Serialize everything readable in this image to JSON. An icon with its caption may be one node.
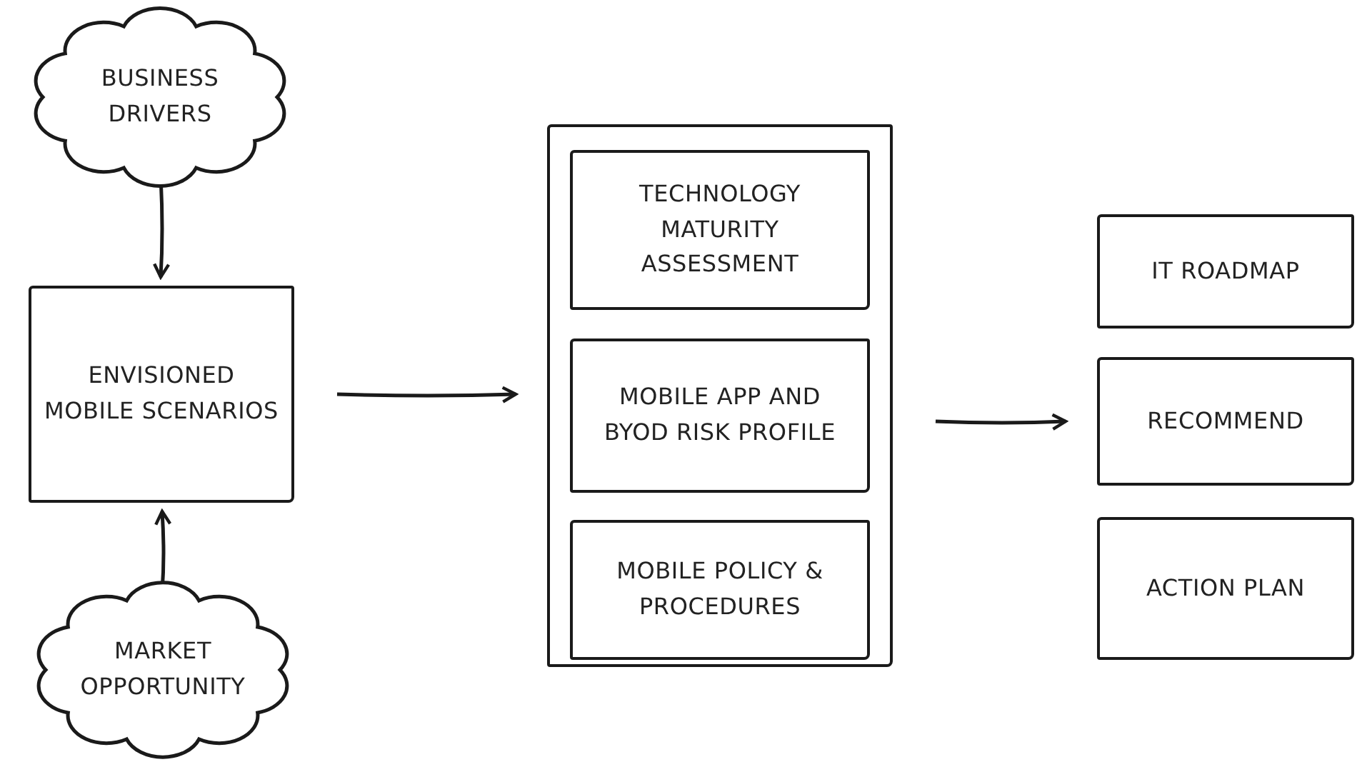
{
  "diagram": {
    "nodes": [
      {
        "text": [
          "BUSINESS DRIVERS"
        ]
      },
      {
        "text": [
          "ENVISIONED MOBILE SCENARIOS"
        ]
      },
      {
        "text": [
          "MARKET OPPORTUNITY"
        ]
      },
      {
        "text": [],
        "shape": "box"
      },
      {
        "text": [
          "TECHNOLOGY MATURITY ASSESSMENT"
        ],
        "in": 3
      },
      {
        "text": [
          "MOBILE APP AND BYOD RISK PROFILE"
        ],
        "in": 3
      },
      {
        "text": [
          "MOBILE POLICY & PROCEDURES"
        ],
        "in": 3
      },
      {
        "text": [
          "IT ROADMAP"
        ]
      },
      {
        "text": [
          "RECOMMEND"
        ]
      },
      {
        "text": [
          "ACTION PLAN"
        ]
      }
    ],
    "edges": [
      {
        "from": 0,
        "to": 1,
        "arrow": "to"
      },
      {
        "from": 2,
        "to": 1,
        "arrow": "to"
      },
      {
        "from": 1,
        "to": 3,
        "arrow": "to"
      },
      {
        "from": 3,
        "to": 8,
        "arrow": "to"
      }
    ]
  }
}
